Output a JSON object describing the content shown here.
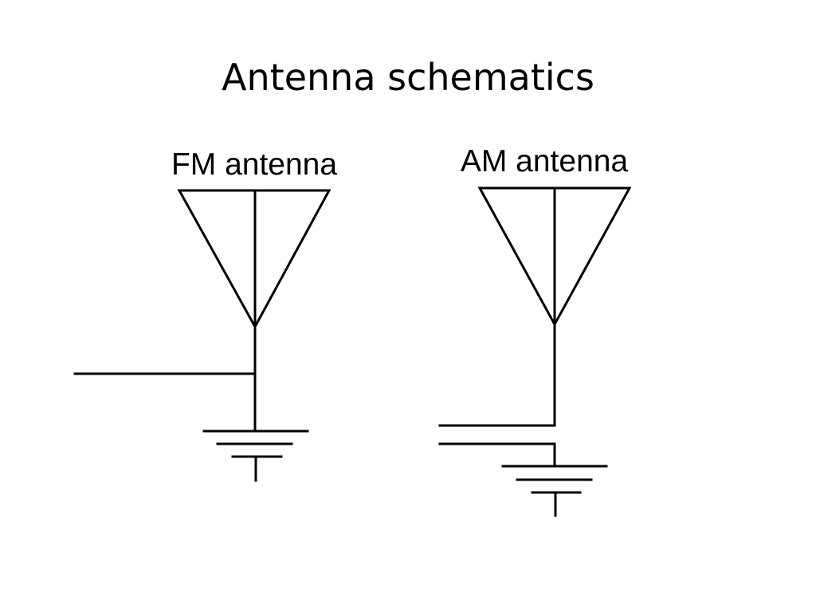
{
  "slide": {
    "title": "Antenna schematics"
  },
  "diagrams": {
    "fm": {
      "label": "FM antenna"
    },
    "am": {
      "label": "AM antenna"
    }
  },
  "colors": {
    "line": "#000000",
    "background": "#ffffff"
  }
}
